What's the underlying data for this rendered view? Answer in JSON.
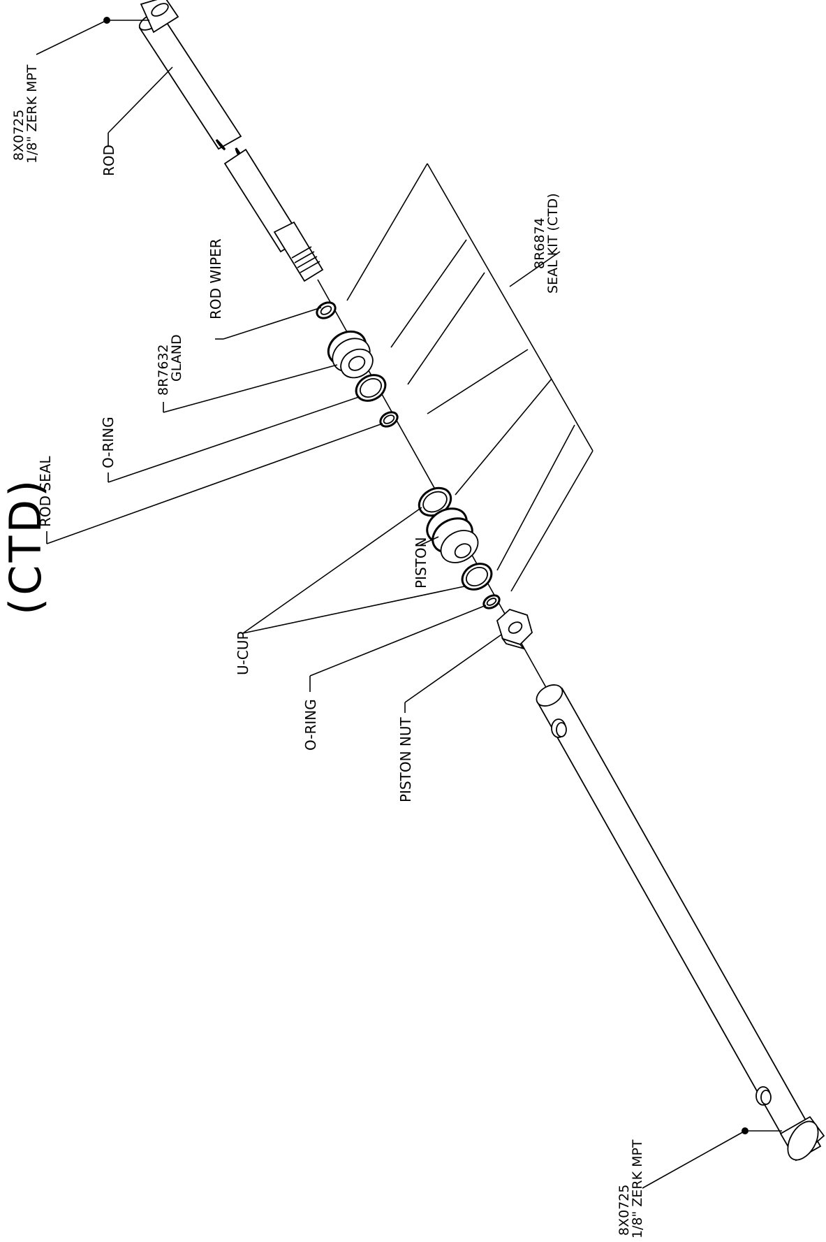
{
  "title": "(CTD)",
  "labels": {
    "zerk_top_part": "8X0725",
    "zerk_top_desc": "1/8\" ZERK MPT",
    "rod": "ROD",
    "seal_kit_part": "8R6874",
    "seal_kit_desc": "SEAL KIT (CTD)",
    "rod_wiper": "ROD WIPER",
    "gland_part": "8R7632",
    "gland_desc": "GLAND",
    "o_ring_upper": "O-RING",
    "rod_seal": "ROD SEAL",
    "piston": "PISTON",
    "u_cup": "U-CUP",
    "o_ring_lower": "O-RING",
    "piston_nut": "PISTON NUT",
    "zerk_bottom_part": "8X0725",
    "zerk_bottom_desc": "1/8\" ZERK MPT"
  }
}
